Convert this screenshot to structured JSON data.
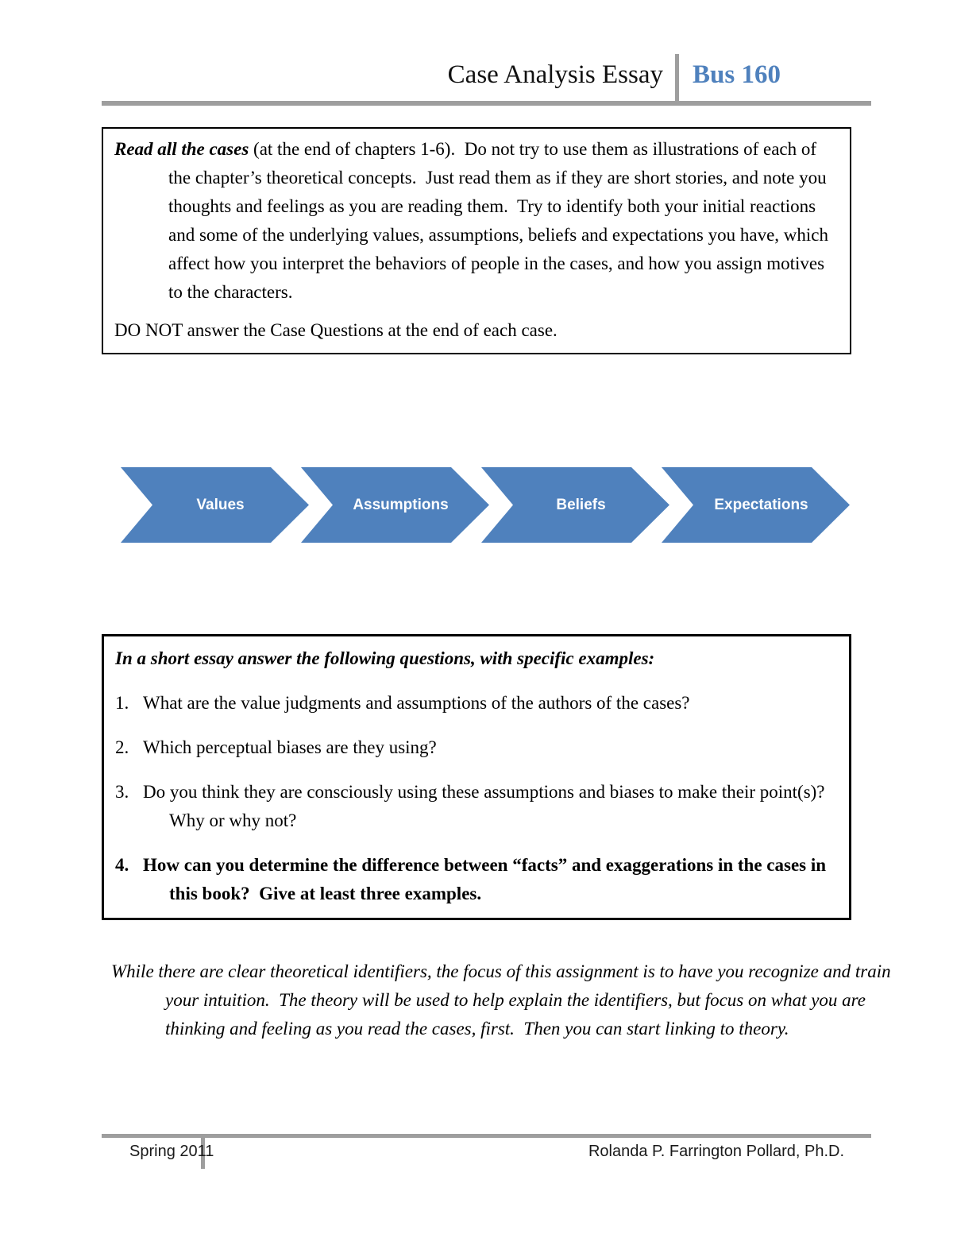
{
  "header": {
    "title": "Case Analysis Essay",
    "course": "Bus 160"
  },
  "instructions_box": {
    "lead": "Read all the cases",
    "body": " (at the end of chapters 1-6).  Do not try to use them as illustrations of each of the chapter’s theoretical concepts.  Just read them as if they are short stories, and note you thoughts and feelings as you are reading them.  Try to identify both your initial reactions and some of the underlying values, assumptions, beliefs and expectations you have, which affect how you interpret the behaviors of people in the cases, and how you assign motives to the characters.",
    "note": "DO NOT answer the Case Questions at the end of each case."
  },
  "process_flow": {
    "steps": [
      {
        "label": "Values"
      },
      {
        "label": "Assumptions"
      },
      {
        "label": "Beliefs"
      },
      {
        "label": "Expectations"
      }
    ]
  },
  "questions_box": {
    "title": "In a short essay answer the following questions, with specific examples:",
    "items": [
      {
        "number": "1.",
        "text": "What are the value judgments and assumptions of the authors of the cases?"
      },
      {
        "number": "2.",
        "text": "Which perceptual biases are they using?"
      },
      {
        "number": "3.",
        "text": "Do you think they are consciously using these assumptions and biases to make their point(s)?  Why or why not?"
      },
      {
        "number": "4.",
        "text": "How can you determine the difference between “facts” and exaggerations in the cases in this book?  Give at least three examples."
      }
    ]
  },
  "closing_note": "While there are clear theoretical identifiers, the focus of this assignment is to have you recognize and train your intuition.  The theory will be used to help explain the identifiers, but focus on what you are thinking and feeling as you read the cases, first.  Then you can start linking to theory.",
  "footer": {
    "left": "Spring 2011",
    "right": "Rolanda P. Farrington Pollard, Ph.D."
  },
  "colors": {
    "accent_blue": "#4f81bd",
    "rule_gray": "#9e9e9e",
    "text_black": "#000000"
  }
}
